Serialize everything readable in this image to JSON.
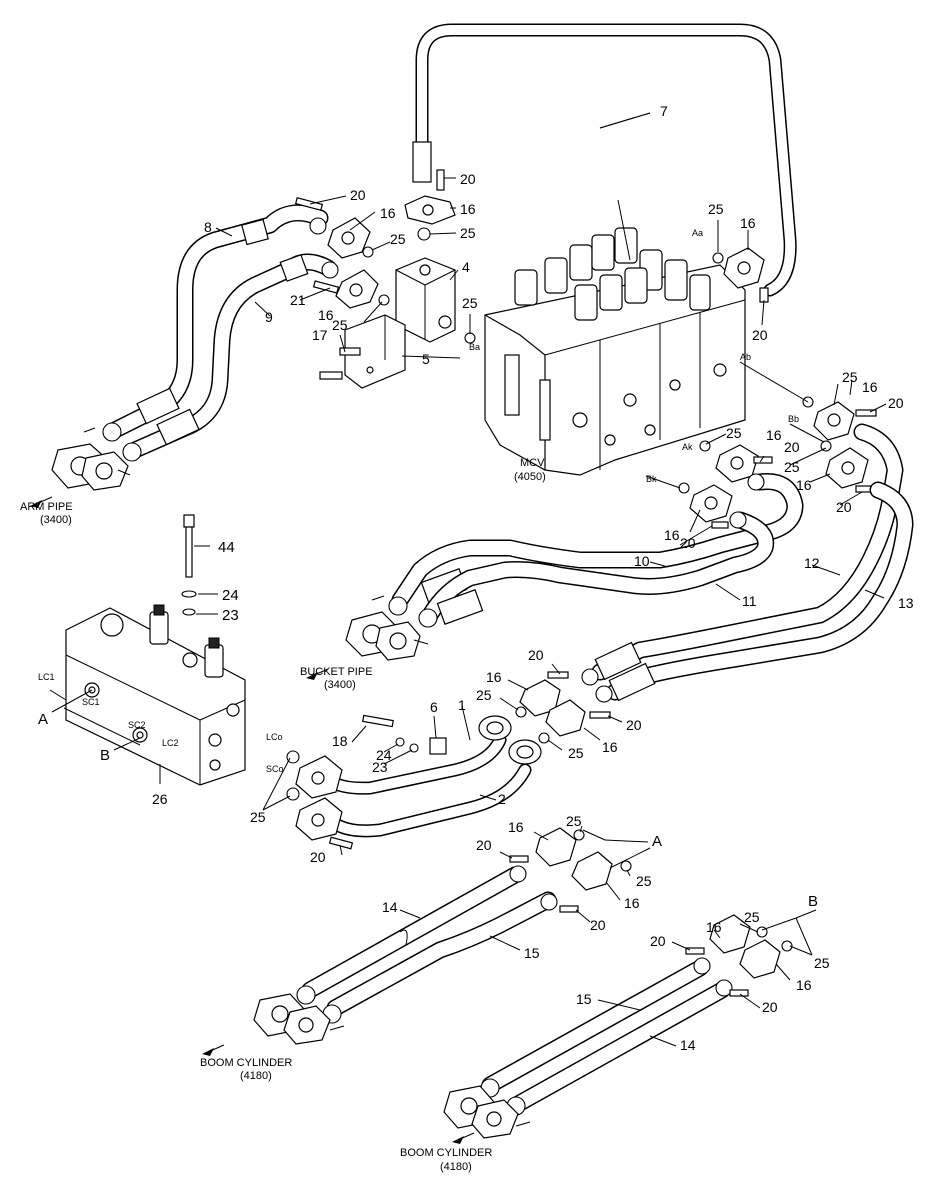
{
  "parts": {
    "p1": "1",
    "p2": "2",
    "p4": "4",
    "p5": "5",
    "p6": "6",
    "p7": "7",
    "p8": "8",
    "p9": "9",
    "p10": "10",
    "p11": "11",
    "p12": "12",
    "p13": "13",
    "p14": "14",
    "p15": "15",
    "p16": "16",
    "p17": "17",
    "p18": "18",
    "p20": "20",
    "p21": "21",
    "p23": "23",
    "p24": "24",
    "p25": "25",
    "p26": "26",
    "p44": "44"
  },
  "refs": {
    "a": "A",
    "b": "B"
  },
  "ports": {
    "aa": "Aa",
    "ab": "Ab",
    "ba": "Ba",
    "bb": "Bb",
    "ak": "Ak",
    "bk": "Bk",
    "lc1": "LC1",
    "lc2": "LC2",
    "sc1": "SC1",
    "sc2": "SC2",
    "lco": "LCo",
    "sco": "SCo"
  },
  "callouts": {
    "mcv": "MCV",
    "mcv_ref": "(4050)",
    "arm_pipe": "ARM PIPE",
    "arm_pipe_ref": "(3400)",
    "bucket_pipe": "BUCKET PIPE",
    "bucket_pipe_ref": "(3400)",
    "boom_cyl_1": "BOOM CYLINDER",
    "boom_cyl_1_ref": "(4180)",
    "boom_cyl_2": "BOOM CYLINDER",
    "boom_cyl_2_ref": "(4180)"
  },
  "colors": {
    "line": "#000000",
    "background": "#ffffff"
  }
}
